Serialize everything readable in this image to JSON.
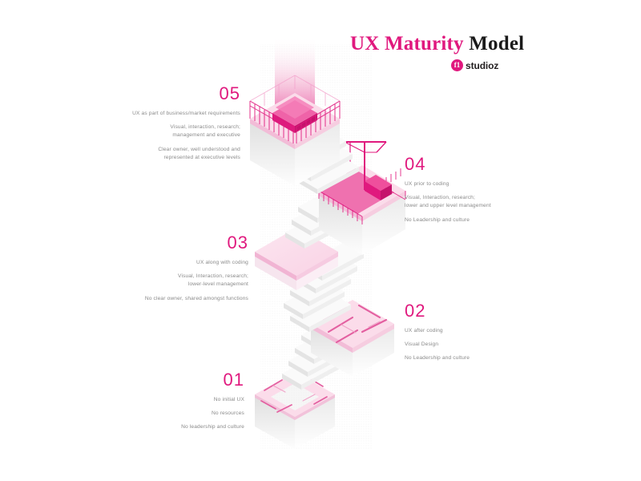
{
  "header": {
    "title_primary": "UX Maturity",
    "title_secondary": "Model",
    "title_primary_color": "#e0197e",
    "title_secondary_color": "#1b1b1b"
  },
  "logo": {
    "mark_text": "f1",
    "name": "studioz",
    "mark_color": "#e0197e"
  },
  "theme": {
    "accent": "#e0197e",
    "accent_light": "#f5b9d6",
    "platform_pink": "#fbdcea",
    "step_white": "#f2f2f2",
    "body_text": "#8a8a8a",
    "background": "#ffffff"
  },
  "levels": [
    {
      "number": "05",
      "align": "right",
      "lines": [
        "UX as part of business/market requirements",
        "Visual, interaction, research;\nmanagement and executive",
        "Clear owner, well understood and\nrepresented at executive levels"
      ]
    },
    {
      "number": "04",
      "align": "left",
      "lines": [
        "UX prior to coding",
        "Visual, Interaction, research;\nlower and upper level management",
        "No Leadership and culture"
      ]
    },
    {
      "number": "03",
      "align": "right",
      "lines": [
        "UX along with coding",
        "Visual, Interaction, research;\nlower-level management",
        "No clear owner, shared amongst functions"
      ]
    },
    {
      "number": "02",
      "align": "left",
      "lines": [
        "UX after coding",
        "Visual Design",
        "No Leadership and culture"
      ]
    },
    {
      "number": "01",
      "align": "right",
      "lines": [
        "No initial UX",
        "No resources",
        "No leadership and culture"
      ]
    }
  ],
  "illustration": {
    "type": "isometric-staircase",
    "description": "Five isometric platforms connected by white zig-zag staircases rising from a cracked base cube at bottom to a railed pink podium at top with a light beam",
    "elements": [
      "light-beam",
      "top-podium-railing",
      "podium-pedestal",
      "crane",
      "crane-hook",
      "crane-crate",
      "platform-railing",
      "cracked-platform",
      "base-cube"
    ]
  }
}
